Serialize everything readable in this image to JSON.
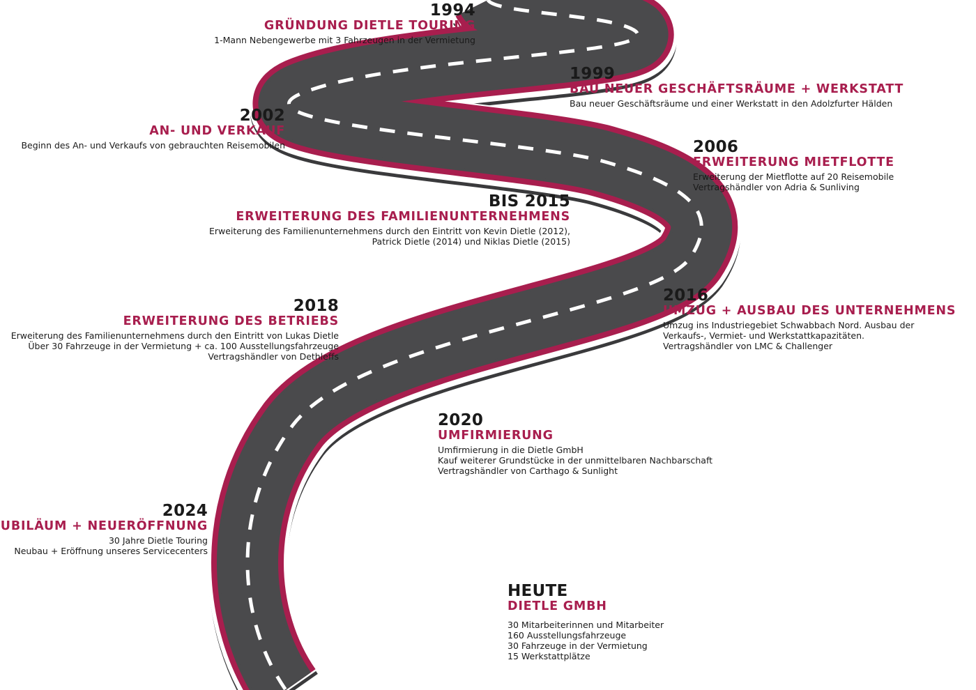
{
  "colors": {
    "accent": "#a81e4e",
    "asphalt": "#4a4a4c",
    "text": "#1a1a1a",
    "lane_marking": "#ffffff"
  },
  "events": [
    {
      "year": "1994",
      "title": "GRÜNDUNG DIETLE TOURING",
      "lines": [
        "1-Mann Nebengewerbe mit 3 Fahrzeugen in der Vermietung"
      ]
    },
    {
      "year": "1999",
      "title": "BAU NEUER GESCHÄFTSRÄUME + WERKSTATT",
      "lines": [
        "Bau neuer Geschäftsräume und einer Werkstatt in den Adolzfurter Hälden"
      ]
    },
    {
      "year": "2002",
      "title": "AN- UND VERKAUF",
      "lines": [
        "Beginn des An- und Verkaufs von gebrauchten Reisemobilen"
      ]
    },
    {
      "year": "2006",
      "title": "ERWEITERUNG MIETFLOTTE",
      "lines": [
        "Erweiterung der Mietflotte auf 20 Reisemobile",
        "Vertragshändler von Adria & Sunliving"
      ]
    },
    {
      "year": "BIS 2015",
      "title": "ERWEITERUNG DES FAMILIENUNTERNEHMENS",
      "lines": [
        "Erweiterung des Familienunternehmens durch den Eintritt von Kevin Dietle (2012),",
        "Patrick Dietle (2014) und Niklas Dietle (2015)"
      ]
    },
    {
      "year": "2016",
      "title": "UMZUG + AUSBAU DES UNTERNEHMENS",
      "lines": [
        "Umzug ins Industriegebiet Schwabbach Nord. Ausbau der",
        "Verkaufs-, Vermiet- und Werkstattkapazitäten.",
        "Vertragshändler von LMC & Challenger"
      ]
    },
    {
      "year": "2018",
      "title": "ERWEITERUNG DES BETRIEBS",
      "lines": [
        "Erweiterung des Familienunternehmens durch den  Eintritt von Lukas Dietle",
        "Über 30 Fahrzeuge in der Vermietung + ca. 100 Ausstellungsfahrzeuge",
        "Vertragshändler von Dethleffs"
      ]
    },
    {
      "year": "2020",
      "title": "UMFIRMIERUNG",
      "lines": [
        "Umfirmierung in die Dietle GmbH",
        "Kauf weiterer Grundstücke in der unmittelbaren Nachbarschaft",
        "Vertragshändler von Carthago & Sunlight"
      ]
    },
    {
      "year": "2024",
      "title": "JUBILÄUM + NEUERÖFFNUNG",
      "lines": [
        "30 Jahre Dietle Touring",
        "Neubau  + Eröffnung unseres Servicecenters"
      ]
    },
    {
      "year": "HEUTE",
      "title": "DIETLE GMBH",
      "lines": [
        "30 Mitarbeiterinnen und Mitarbeiter",
        "160 Ausstellungsfahrzeuge",
        "30 Fahrzeuge in der Vermietung",
        "15 Werkstattplätze"
      ]
    }
  ]
}
